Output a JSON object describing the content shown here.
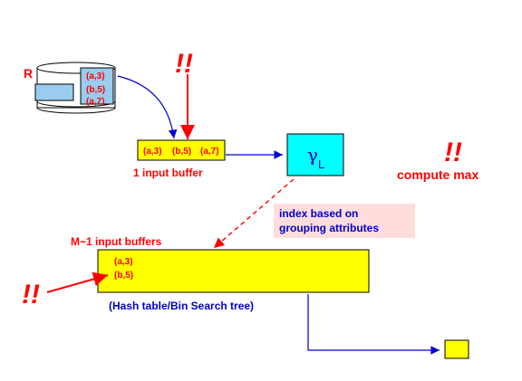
{
  "relation": {
    "label": "R",
    "tuples": [
      "(a,3)",
      "(b,5)",
      "(a,7)"
    ]
  },
  "input_buffer": {
    "tuples": [
      "(a,3)",
      "(b,5)",
      "(a,7)"
    ],
    "caption": "1 input buffer"
  },
  "operator": {
    "symbol": "γ",
    "subscript": "L"
  },
  "annotations": {
    "bang_top": "!!",
    "bang_right": "!!",
    "bang_left": "!!",
    "compute": "compute max",
    "index_line1": "index based on",
    "index_line2": "grouping attributes"
  },
  "hash_buffers": {
    "label": "M−1 input buffers",
    "tuples": [
      "(a,3)",
      "(b,5)"
    ],
    "caption": "(Hash table/Bin Search tree)"
  },
  "colors": {
    "red": "#ff0000",
    "blue": "#0000cc",
    "yellow": "#ffff00",
    "cyan": "#00ffff",
    "light_blue": "#99ccee",
    "pink": "#ffdddd"
  }
}
